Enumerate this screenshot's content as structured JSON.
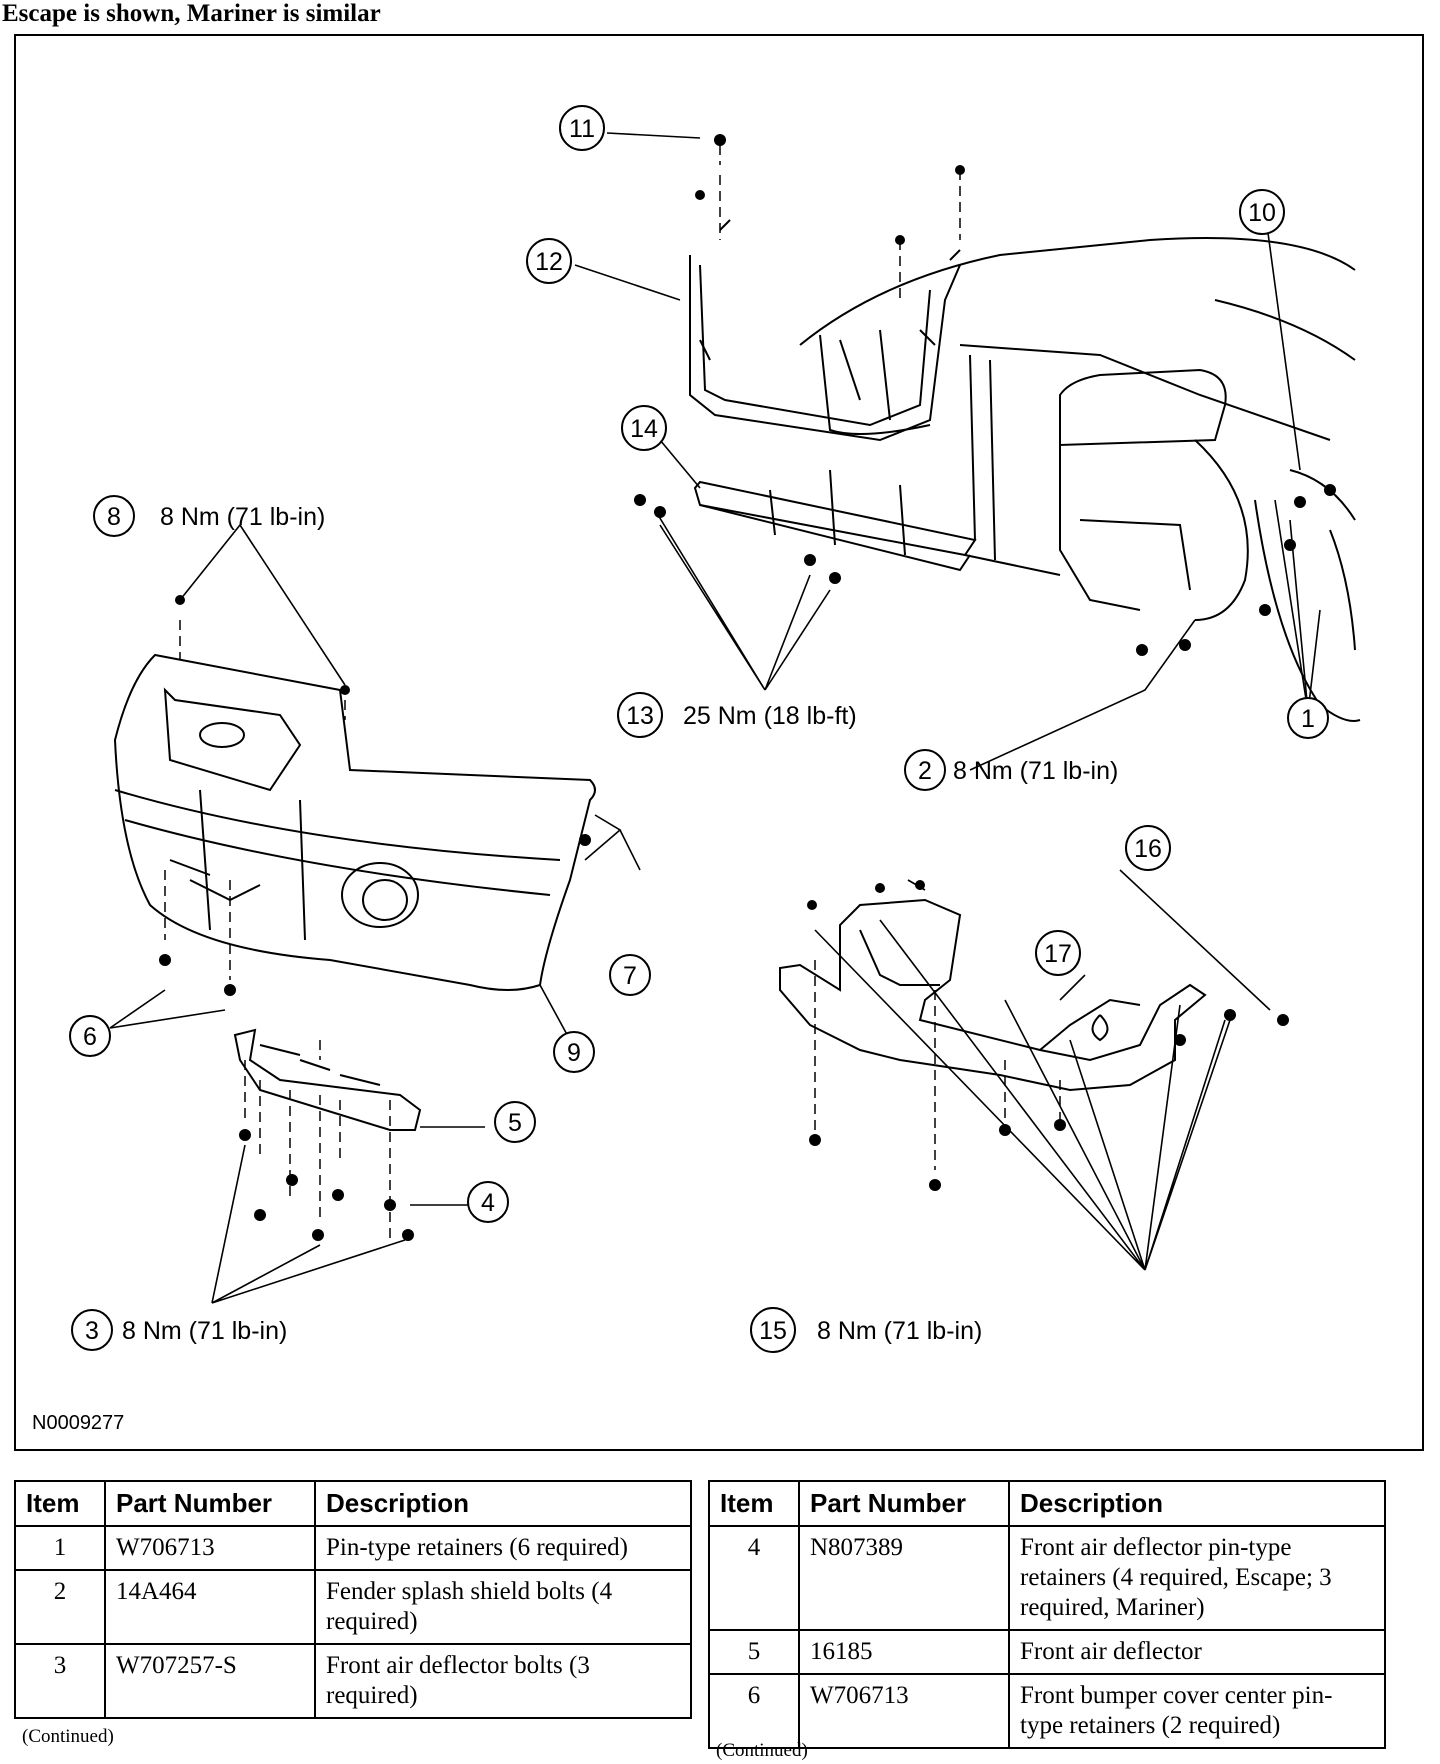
{
  "header": "Escape is shown, Mariner is similar",
  "figure_id": "N0009277",
  "callouts": [
    {
      "num": "1",
      "torque": ""
    },
    {
      "num": "2",
      "torque": "8 Nm (71 lb-in)"
    },
    {
      "num": "3",
      "torque": "8 Nm (71 lb-in)"
    },
    {
      "num": "4",
      "torque": ""
    },
    {
      "num": "5",
      "torque": ""
    },
    {
      "num": "6",
      "torque": ""
    },
    {
      "num": "7",
      "torque": ""
    },
    {
      "num": "8",
      "torque": "8 Nm (71 lb-in)"
    },
    {
      "num": "9",
      "torque": ""
    },
    {
      "num": "10",
      "torque": ""
    },
    {
      "num": "11",
      "torque": ""
    },
    {
      "num": "12",
      "torque": ""
    },
    {
      "num": "13",
      "torque": "25 Nm (18 lb-ft)"
    },
    {
      "num": "14",
      "torque": ""
    },
    {
      "num": "15",
      "torque": "8 Nm (71 lb-in)"
    },
    {
      "num": "16",
      "torque": ""
    },
    {
      "num": "17",
      "torque": ""
    }
  ],
  "table": {
    "headers": {
      "item": "Item",
      "part": "Part Number",
      "desc": "Description"
    },
    "left_rows": [
      {
        "item": "1",
        "part": "W706713",
        "desc": "Pin-type retainers (6 required)"
      },
      {
        "item": "2",
        "part": "14A464",
        "desc": "Fender splash shield bolts (4 required)"
      },
      {
        "item": "3",
        "part": "W707257-S",
        "desc": "Front air deflector bolts (3 required)"
      }
    ],
    "right_rows": [
      {
        "item": "4",
        "part": "N807389",
        "desc": "Front air deflector pin-type retainers (4 required, Escape; 3 required, Mariner)"
      },
      {
        "item": "5",
        "part": "16185",
        "desc": "Front air deflector"
      },
      {
        "item": "6",
        "part": "W706713",
        "desc": "Front bumper cover center pin-type retainers (2 required)"
      }
    ],
    "continued": "(Continued)"
  }
}
